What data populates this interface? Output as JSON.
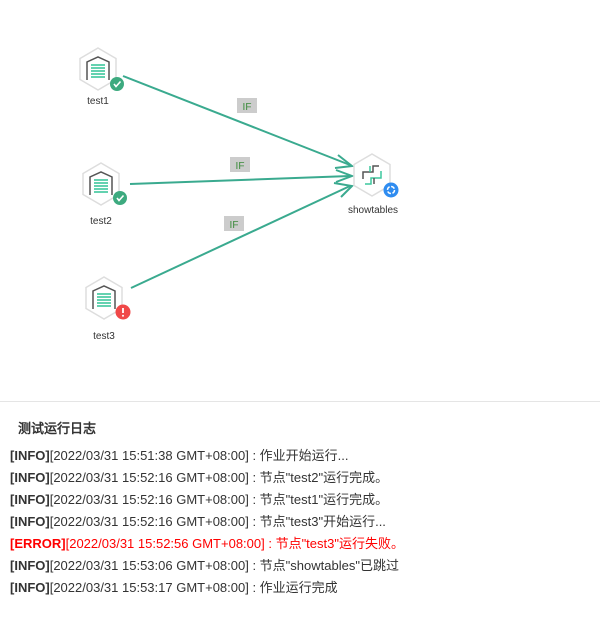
{
  "nodes": [
    {
      "name": "test1",
      "status": "success"
    },
    {
      "name": "test2",
      "status": "success"
    },
    {
      "name": "test3",
      "status": "error"
    },
    {
      "name": "showtables",
      "status": "skipped"
    }
  ],
  "edges": [
    {
      "label": "IF"
    },
    {
      "label": "IF"
    },
    {
      "label": "IF"
    }
  ],
  "colors": {
    "edge": "#3aaa8f",
    "success": "#3daa7f",
    "error": "#f04848",
    "skipped": "#2f8cf0"
  },
  "log": {
    "title": "测试运行日志",
    "lines": [
      {
        "level": "[INFO]",
        "text": "[2022/03/31 15:51:38 GMT+08:00] : 作业开始运行..."
      },
      {
        "level": "[INFO]",
        "text": "[2022/03/31 15:52:16 GMT+08:00] : 节点\"test2\"运行完成。"
      },
      {
        "level": "[INFO]",
        "text": "[2022/03/31 15:52:16 GMT+08:00] : 节点\"test1\"运行完成。"
      },
      {
        "level": "[INFO]",
        "text": "[2022/03/31 15:52:16 GMT+08:00] : 节点\"test3\"开始运行..."
      },
      {
        "level": "[ERROR]",
        "text": "[2022/03/31 15:52:56 GMT+08:00] : 节点\"test3\"运行失败。"
      },
      {
        "level": "[INFO]",
        "text": "[2022/03/31 15:53:06 GMT+08:00] : 节点\"showtables\"已跳过"
      },
      {
        "level": "[INFO]",
        "text": "[2022/03/31 15:53:17 GMT+08:00] : 作业运行完成"
      }
    ]
  }
}
